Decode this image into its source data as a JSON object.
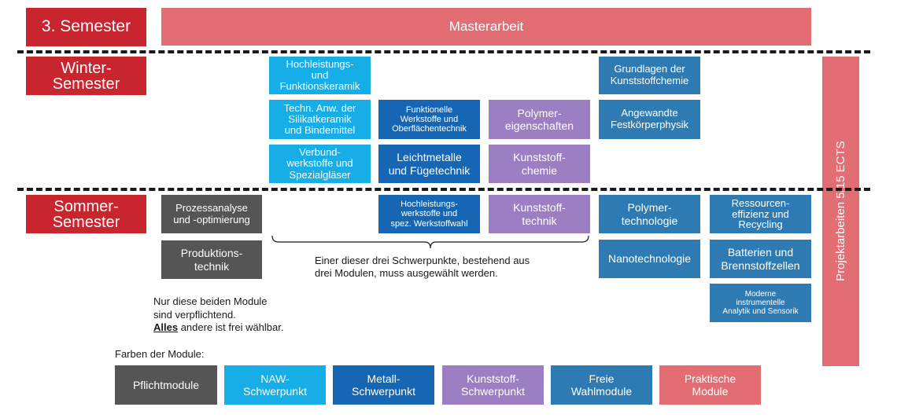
{
  "rows": {
    "semester3": "3. Semester",
    "winter": "Winter-\nSemester",
    "sommer": "Sommer-\nSemester"
  },
  "masterarbeit": "Masterarbeit",
  "projektarbeiten": "Projektarbeiten 5/15 ECTS",
  "winter_modules": {
    "naw": [
      "Hochleistungs-\nund\nFunktionskeramik",
      "Techn. Anw. der\nSilikatkeramik\nund Bindemittel",
      "Verbund-\nwerkstoffe und\nSpezialgläser"
    ],
    "metall": [
      "Funktionelle\nWerkstoffe und\nOberflächentechnik",
      "Leichtmetalle\nund Fügetechnik"
    ],
    "kunststoff": [
      "Polymer-\neigenschaften",
      "Kunststoff-\nchemie"
    ],
    "frei": [
      "Grundlagen der\nKunststoffchemie",
      "Angewandte\nFestkörperphysik"
    ]
  },
  "sommer_modules": {
    "pflicht": [
      "Prozessanalyse\nund -optimierung",
      "Produktions-\ntechnik"
    ],
    "metall": "Hochleistungs-\nwerkstoffe und\nspez. Werkstoffwahl",
    "kunststoff": "Kunststoff-\ntechnik",
    "frei_col1": [
      "Polymer-\ntechnologie",
      "Nanotechnologie"
    ],
    "frei_col2": [
      "Ressourcen-\neffizienz und\nRecycling",
      "Batterien und\nBrennstoffzellen",
      "Moderne\ninstrumentelle\nAnalytik und Sensorik"
    ]
  },
  "notes": {
    "pflicht_line1": "Nur diese beiden Module\nsind verpflichtend.",
    "pflicht_bold": "Alles",
    "pflicht_rest": " andere ist frei wählbar.",
    "schwerpunkt": "Einer dieser drei Schwerpunkte, bestehend aus\ndrei Modulen, muss ausgewählt werden."
  },
  "legend": {
    "title": "Farben der Module:",
    "items": [
      "Pflichtmodule",
      "NAW-\nSchwerpunkt",
      "Metall-\nSchwerpunkt",
      "Kunststoff-\nSchwerpunkt",
      "Freie\nWahlmodule",
      "Praktische\nModule"
    ]
  },
  "colors": {
    "semester_red": "#c8252e",
    "praktisch_pink": "#e26e73",
    "pflicht_gray": "#555555",
    "naw_blue": "#17aee8",
    "metall_blue": "#1666b3",
    "kunststoff_purple": "#9b7fc2",
    "frei_blue": "#2e7bb3"
  }
}
